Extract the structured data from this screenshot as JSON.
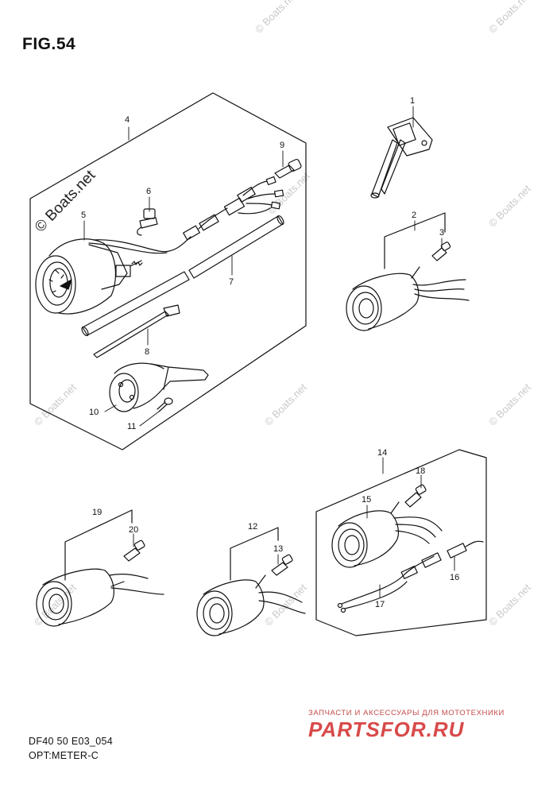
{
  "figure": {
    "title": "FIG.54",
    "code": "DF40 50 E03_054",
    "name": "OPT:METER-C"
  },
  "watermark": {
    "primary": "© Boats.net",
    "secondary": "© Boats.net"
  },
  "promo": {
    "subtitle": "ЗАПЧАСТИ И АКСЕССУАРЫ ДЛЯ МОТОТЕХНИКИ",
    "logo": "PARTSFOR.RU"
  },
  "callouts": [
    "1",
    "2",
    "3",
    "4",
    "5",
    "6",
    "7",
    "8",
    "9",
    "10",
    "11",
    "12",
    "13",
    "14",
    "15",
    "16",
    "17",
    "18",
    "19",
    "20"
  ]
}
